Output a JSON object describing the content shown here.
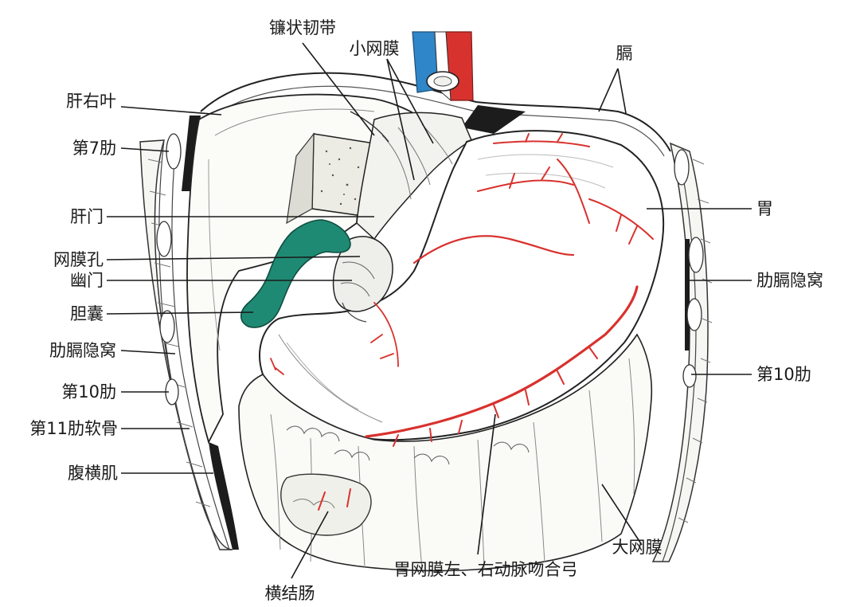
{
  "labels": {
    "falciform_ligament": "镰状韧带",
    "lesser_omentum": "小网膜",
    "diaphragm": "膈",
    "right_lobe_liver": "肝右叶",
    "rib_7": "第7肋",
    "porta_hepatis": "肝门",
    "omental_foramen": "网膜孔",
    "pylorus": "幽门",
    "gallbladder": "胆囊",
    "costodiaphragmatic_recess_left": "肋膈隐窝",
    "rib_10_left": "第10肋",
    "costal_cartilage_11": "第11肋软骨",
    "transversus_abdominis": "腹横肌",
    "transverse_colon": "横结肠",
    "gastroepiploic_anastomosis": "胃网膜左、右动脉吻合弓",
    "greater_omentum": "大网膜",
    "stomach": "胃",
    "costodiaphragmatic_recess_right": "肋膈隐窝",
    "rib_10_right": "第10肋"
  },
  "colors": {
    "gallbladder": "#1f8a73",
    "artery": "#d8322e",
    "vein": "#2f86c8",
    "ink": "#1a1a1a",
    "dark_space": "#1c1c1c"
  }
}
